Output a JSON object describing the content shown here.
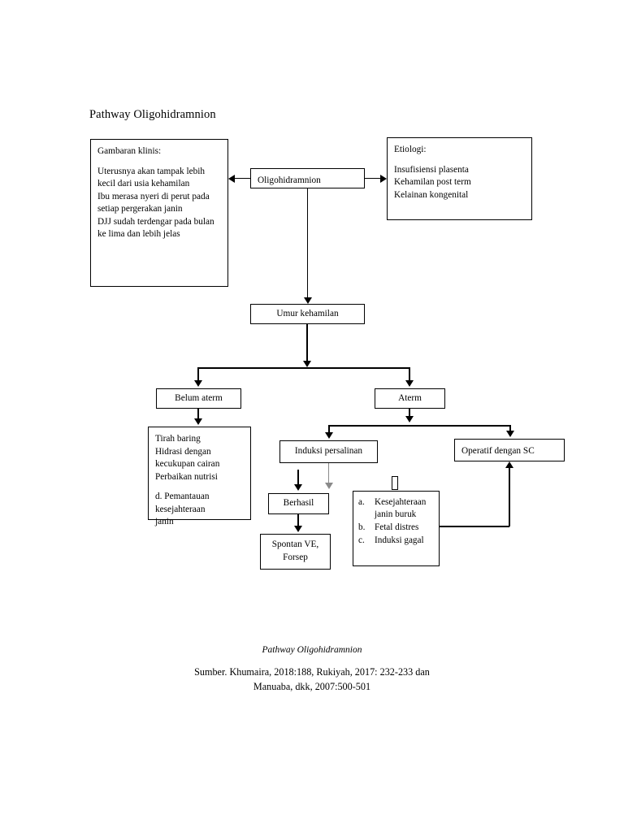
{
  "document": {
    "title": "Pathway Oligohidramnion"
  },
  "nodes": {
    "gambaran": {
      "heading": "Gambaran klinis:",
      "lines": [
        "Uterusnya akan tampak lebih",
        "kecil dari usia kehamilan",
        "Ibu merasa nyeri di perut pada",
        "setiap pergerakan janin",
        "DJJ sudah terdengar pada bulan",
        "ke lima dan lebih jelas"
      ]
    },
    "etiologi": {
      "heading": "Etiologi:",
      "lines": [
        "Insufisiensi plasenta",
        "Kehamilan post term",
        "Kelainan kongenital"
      ]
    },
    "oligohidramnion": {
      "label": "Oligohidramnion"
    },
    "umur_kehamilan": {
      "label": "Umur kehamilan"
    },
    "belum_aterm": {
      "label": "Belum aterm"
    },
    "aterm": {
      "label": "Aterm"
    },
    "tirah_baring": {
      "lines": [
        "Tirah baring",
        "Hidrasi dengan",
        "kecukupan cairan",
        "Perbaikan nutrisi"
      ],
      "lines2": [
        "d.  Pemantauan",
        "kesejahteraan",
        "janin"
      ]
    },
    "induksi_persalinan": {
      "label": "Induksi persalinan"
    },
    "operatif_sc": {
      "label": "Operatif dengan SC"
    },
    "berhasil": {
      "label": "Berhasil"
    },
    "spontan": {
      "line1": "Spontan VE,",
      "line2": "Forsep"
    },
    "indikasi_list": {
      "items": [
        {
          "marker": "a.",
          "text": "Kesejahteraan janin buruk"
        },
        {
          "marker": "b.",
          "text": "Fetal distres"
        },
        {
          "marker": "c.",
          "text": "Induksi gagal"
        }
      ]
    }
  },
  "footer": {
    "caption": "Pathway Oligohidramnion",
    "source_line1": "Sumber. Khumaira, 2018:188, Rukiyah, 2017: 232-233 dan",
    "source_line2": "Manuaba, dkk, 2007:500-501"
  },
  "colors": {
    "ink": "#000000",
    "paper": "#ffffff",
    "faint_connector": "#8a8a8a"
  }
}
